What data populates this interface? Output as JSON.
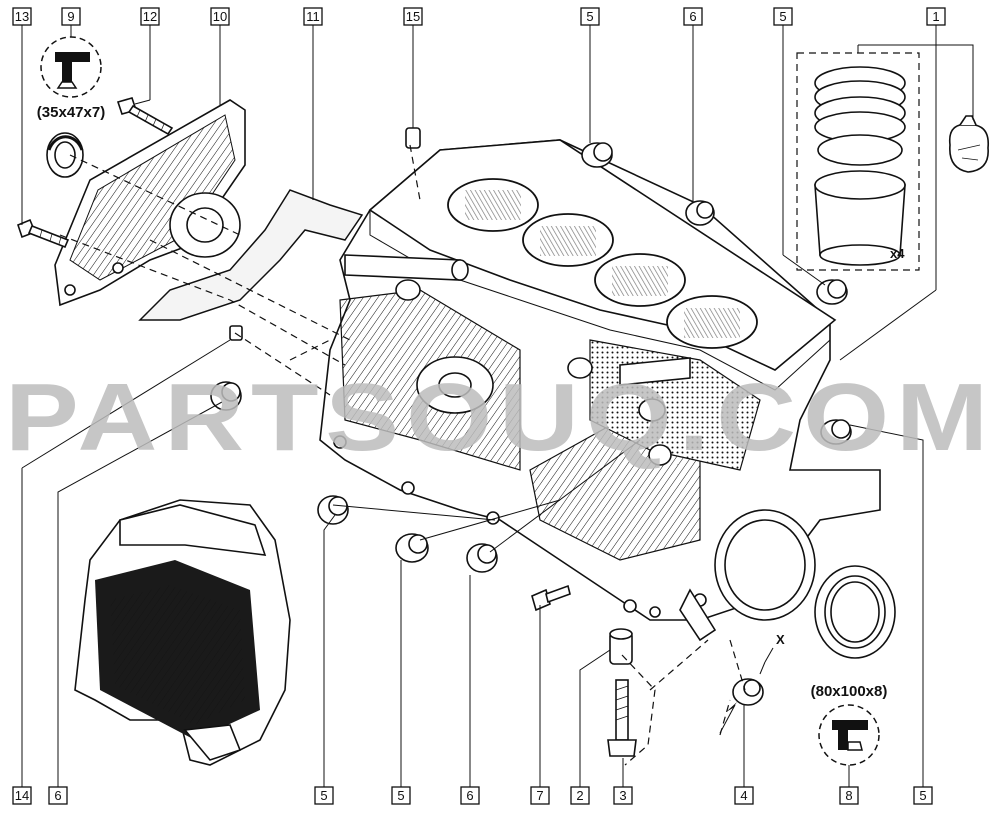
{
  "watermark": "PARTSOUQ.COM",
  "callouts_top": [
    "13",
    "9",
    "12",
    "10",
    "11",
    "15",
    "5",
    "6",
    "5",
    "1"
  ],
  "callouts_bottom": [
    "14",
    "6",
    "5",
    "5",
    "6",
    "7",
    "2",
    "3",
    "4",
    "8",
    "5"
  ],
  "seal_sizes": {
    "rear_small": "(35x47x7)",
    "crank_large": "(80x100x8)"
  },
  "piston_qty": "x4",
  "detail_label": "X"
}
